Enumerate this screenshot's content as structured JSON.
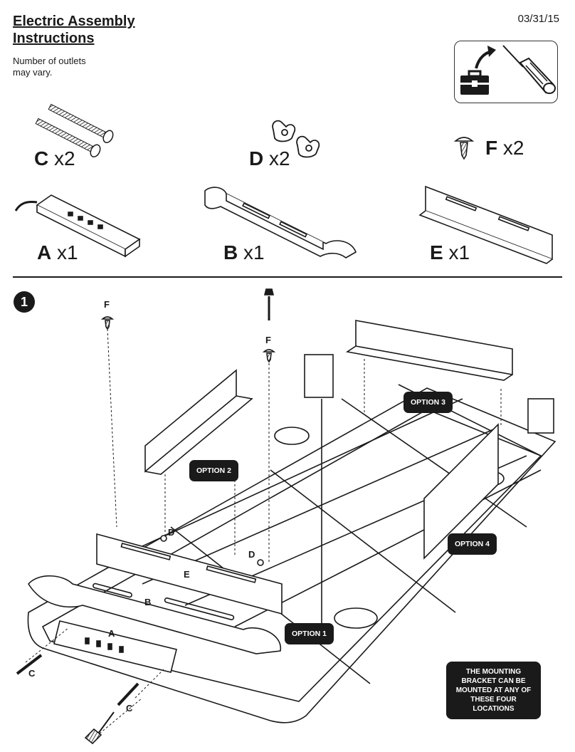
{
  "header": {
    "title_line1": "Electric Assembly",
    "title_line2": "Instructions",
    "date": "03/31/15",
    "note": "Number of outlets may vary."
  },
  "tools": {
    "icons": [
      "toolbox-icon",
      "screwdriver-icon"
    ]
  },
  "parts": [
    {
      "letter": "C",
      "qty": "x2",
      "name": "bolt"
    },
    {
      "letter": "D",
      "qty": "x2",
      "name": "wing-nut"
    },
    {
      "letter": "F",
      "qty": "x2",
      "name": "screw"
    },
    {
      "letter": "A",
      "qty": "x1",
      "name": "power-strip"
    },
    {
      "letter": "B",
      "qty": "x1",
      "name": "bracket"
    },
    {
      "letter": "E",
      "qty": "x1",
      "name": "rail"
    }
  ],
  "step": {
    "number": "1",
    "options": [
      "OPTION 1",
      "OPTION 2",
      "OPTION 3",
      "OPTION 4"
    ],
    "callouts": [
      "F",
      "F",
      "D",
      "D",
      "E",
      "B",
      "A",
      "C",
      "C"
    ],
    "note": "THE MOUNTING BRACKET CAN BE MOUNTED AT ANY OF THESE FOUR LOCATIONS"
  }
}
